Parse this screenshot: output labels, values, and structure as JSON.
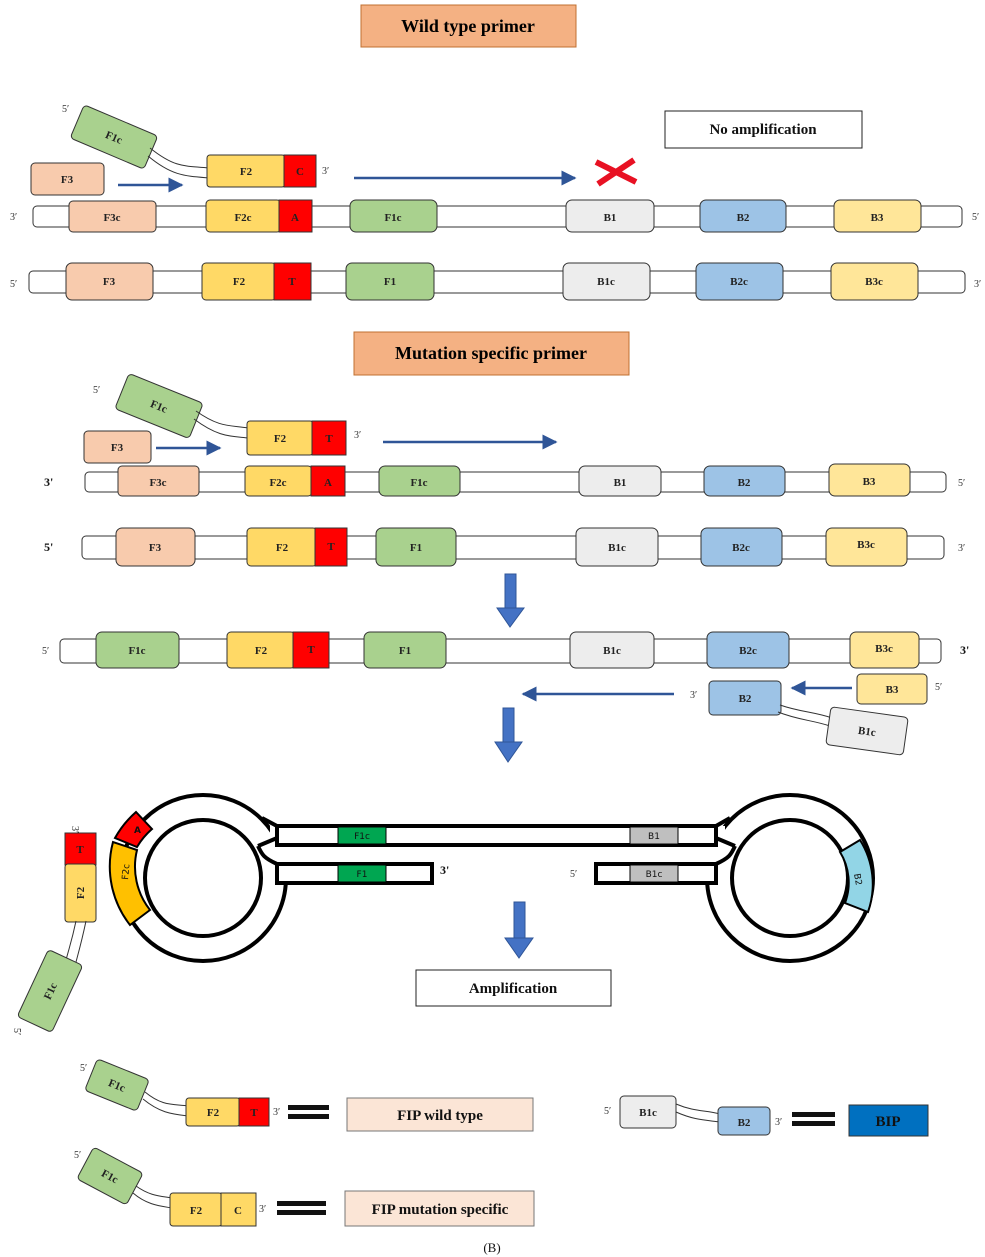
{
  "titles": {
    "wild": "Wild type primer",
    "mutation": "Mutation specific primer",
    "no_amp": "No amplification",
    "amp": "Amplification",
    "caption": "(B)"
  },
  "ends": {
    "p5": "5′",
    "p3": "3′",
    "b5": "5'",
    "b3": "3'"
  },
  "regions": {
    "f3": "F3",
    "f3c": "F3c",
    "f2": "F2",
    "f2c": "F2c",
    "f1": "F1",
    "f1c": "F1c",
    "b1": "B1",
    "b1c": "B1c",
    "b2": "B2",
    "b2c": "B2c",
    "b3": "B3",
    "b3c": "B3c",
    "c": "C",
    "a": "A",
    "t": "T"
  },
  "legend": {
    "fip_wild": "FIP wild type",
    "fip_mut": "FIP mutation specific",
    "bip": "BIP"
  },
  "colors": {
    "peach": "#f8cbad",
    "yellow": "#ffd966",
    "green": "#a9d18e",
    "grey": "#ededed",
    "blue": "#9dc3e6",
    "lightyellow": "#ffe699",
    "red": "#ff0000",
    "darkgreen": "#00a651",
    "arrow": "#2f5597",
    "bip": "#0070c0",
    "cyan": "#92d5e6",
    "orange": "#f4b183"
  }
}
